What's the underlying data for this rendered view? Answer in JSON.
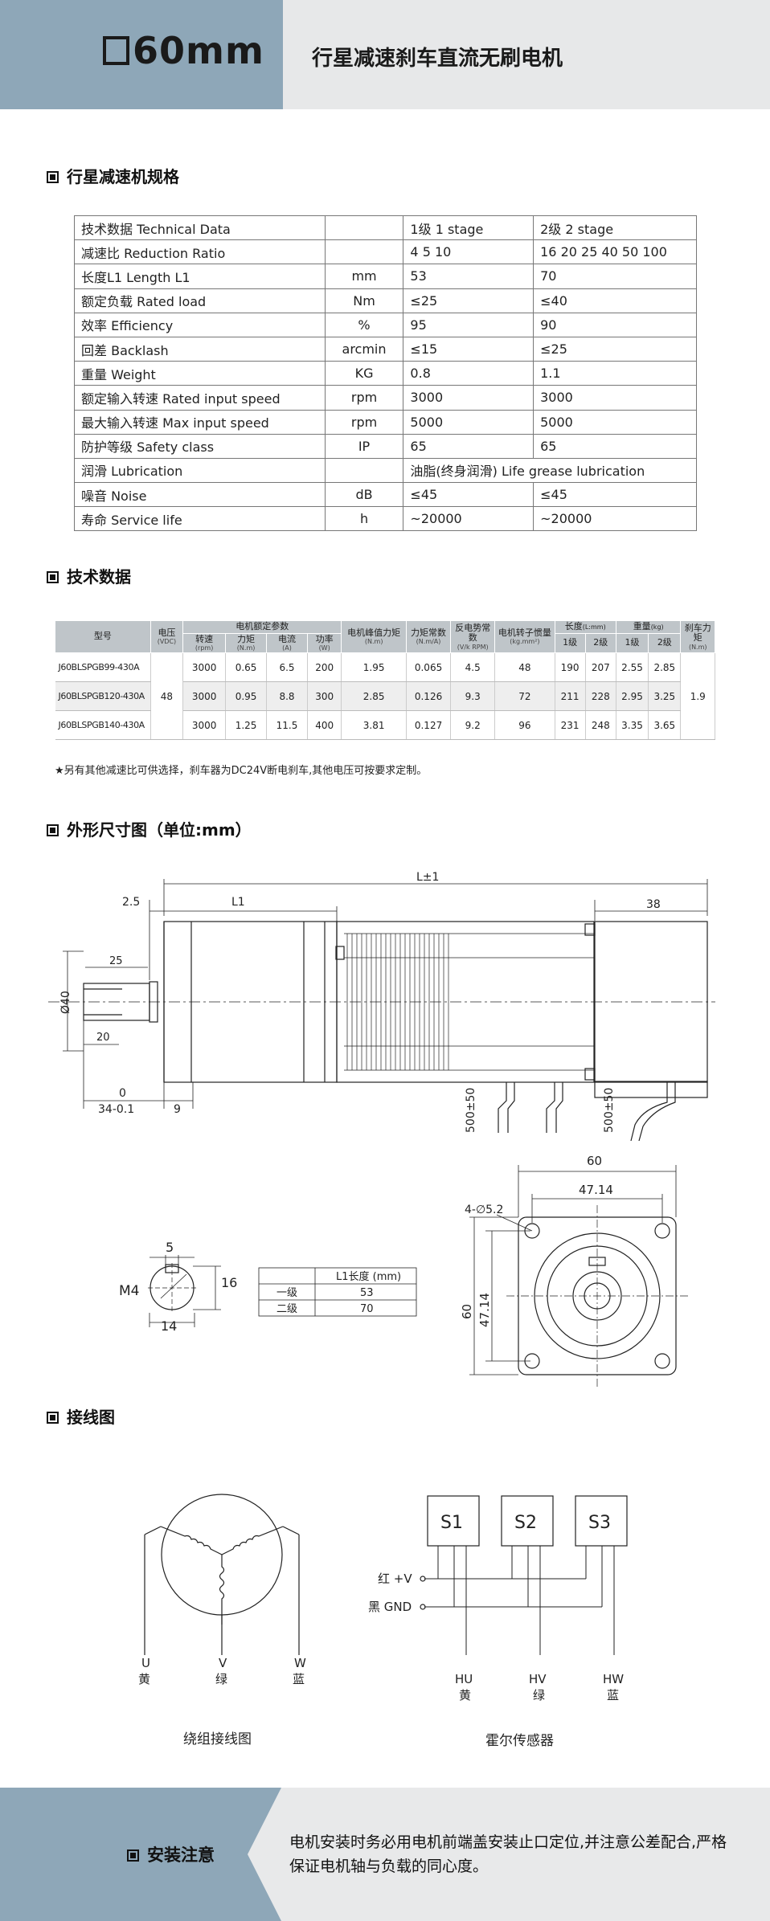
{
  "header": {
    "model_size": "60mm",
    "title": "行星减速刹车直流无刷电机"
  },
  "sections": {
    "gear_spec": "行星减速机规格",
    "tech_data": "技术数据",
    "dimensions": "外形尺寸图（单位:mm）",
    "wiring": "接线图"
  },
  "spec_table": {
    "rows": [
      {
        "label": "技术数据  Technical Data",
        "unit": "",
        "s1": "1级  1 stage",
        "s2": "2级  2 stage"
      },
      {
        "label": "减速比  Reduction Ratio",
        "unit": "",
        "s1": "4  5  10",
        "s2": "16  20 25 40 50 100"
      },
      {
        "label": "长度L1  Length L1",
        "unit": "mm",
        "s1": "53",
        "s2": "70"
      },
      {
        "label": "额定负载  Rated load",
        "unit": "Nm",
        "s1": "≤25",
        "s2": "≤40"
      },
      {
        "label": "效率  Efficiency",
        "unit": "%",
        "s1": "95",
        "s2": "90"
      },
      {
        "label": "回差  Backlash",
        "unit": "arcmin",
        "s1": "≤15",
        "s2": "≤25"
      },
      {
        "label": "重量  Weight",
        "unit": "KG",
        "s1": "0.8",
        "s2": "1.1"
      },
      {
        "label": "额定输入转速  Rated input speed",
        "unit": "rpm",
        "s1": "3000",
        "s2": "3000"
      },
      {
        "label": "最大输入转速  Max input speed",
        "unit": "rpm",
        "s1": "5000",
        "s2": "5000"
      },
      {
        "label": "防护等级  Safety class",
        "unit": "IP",
        "s1": "65",
        "s2": "65"
      },
      {
        "label": "润滑  Lubrication",
        "unit": "",
        "merged": "油脂(终身润滑)  Life grease lubrication"
      },
      {
        "label": "噪音  Noise",
        "unit": "dB",
        "s1": "≤45",
        "s2": "≤45"
      },
      {
        "label": "寿命  Service life",
        "unit": "h",
        "s1": "~20000",
        "s2": "~20000"
      }
    ]
  },
  "tech_table": {
    "headers": {
      "model": "型号",
      "voltage": "电压",
      "voltage_unit": "(VDC)",
      "rated_group": "电机额定参数",
      "speed": "转速",
      "speed_unit": "(rpm)",
      "torque": "力矩",
      "torque_unit": "(N.m)",
      "current": "电流",
      "current_unit": "(A)",
      "power": "功率",
      "power_unit": "(W)",
      "peak_torque": "电机峰值力矩",
      "peak_torque_unit": "(N.m)",
      "torque_const": "力矩常数",
      "torque_const_unit": "(N.m/A)",
      "back_emf": "反电势常数",
      "back_emf_unit": "(V/k RPM)",
      "inertia": "电机转子惯量",
      "inertia_unit": "(kg.mm²)",
      "length": "长度",
      "length_unit": "(L:mm)",
      "weight": "重量",
      "weight_unit": "(kg)",
      "stage1": "1级",
      "stage2": "2级",
      "brake": "刹车力矩",
      "brake_unit": "(N.m)"
    },
    "voltage": "48",
    "brake_torque": "1.9",
    "rows": [
      {
        "model": "J60BLSPGB99-430A",
        "speed": "3000",
        "torque": "0.65",
        "current": "6.5",
        "power": "200",
        "peak": "1.95",
        "kt": "0.065",
        "ke": "4.5",
        "inertia": "48",
        "l1": "190",
        "l2": "207",
        "w1": "2.55",
        "w2": "2.85"
      },
      {
        "model": "J60BLSPGB120-430A",
        "speed": "3000",
        "torque": "0.95",
        "current": "8.8",
        "power": "300",
        "peak": "2.85",
        "kt": "0.126",
        "ke": "9.3",
        "inertia": "72",
        "l1": "211",
        "l2": "228",
        "w1": "2.95",
        "w2": "3.25"
      },
      {
        "model": "J60BLSPGB140-430A",
        "speed": "3000",
        "torque": "1.25",
        "current": "11.5",
        "power": "400",
        "peak": "3.81",
        "kt": "0.127",
        "ke": "9.2",
        "inertia": "96",
        "l1": "231",
        "l2": "248",
        "w1": "3.35",
        "w2": "3.65"
      }
    ],
    "note": "★另有其他减速比可供选择，刹车器为DC24V断电刹车,其他电压可按要求定制。"
  },
  "drawing": {
    "total_length": "L±1",
    "l1": "L1",
    "dim_2_5": "2.5",
    "dim_38": "38",
    "dim_25": "25",
    "dim_phi40": "Ø40",
    "dim_20": "20",
    "tol_top": "0",
    "tol_bottom": "34-0.1",
    "dim_9": "9",
    "lead1": "500±50",
    "lead2": "500±50",
    "key_5": "5",
    "key_16": "16",
    "key_14": "14",
    "key_m4": "M4",
    "flange_60": "60",
    "flange_47": "47.14",
    "flange_holes": "4-∅5.2",
    "flange_60_v": "60",
    "flange_47_v": "47.14",
    "l1_table_header": "L1长度 (mm)",
    "l1_table": [
      {
        "stage": "一级",
        "value": "53"
      },
      {
        "stage": "二级",
        "value": "70"
      }
    ]
  },
  "wiring": {
    "winding_caption": "绕组接线图",
    "hall_caption": "霍尔传感器",
    "phases": [
      {
        "name": "U",
        "color": "黄"
      },
      {
        "name": "V",
        "color": "绿"
      },
      {
        "name": "W",
        "color": "蓝"
      }
    ],
    "sensors": [
      "S1",
      "S2",
      "S3"
    ],
    "power_pos": "红 +V",
    "power_gnd": "黑 GND",
    "hall_outputs": [
      {
        "name": "HU",
        "color": "黄"
      },
      {
        "name": "HV",
        "color": "绿"
      },
      {
        "name": "HW",
        "color": "蓝"
      }
    ]
  },
  "footer": {
    "title": "安装注意",
    "text": "电机安装时务必用电机前端盖安装止口定位,并注意公差配合,严格保证电机轴与负载的同心度。"
  }
}
